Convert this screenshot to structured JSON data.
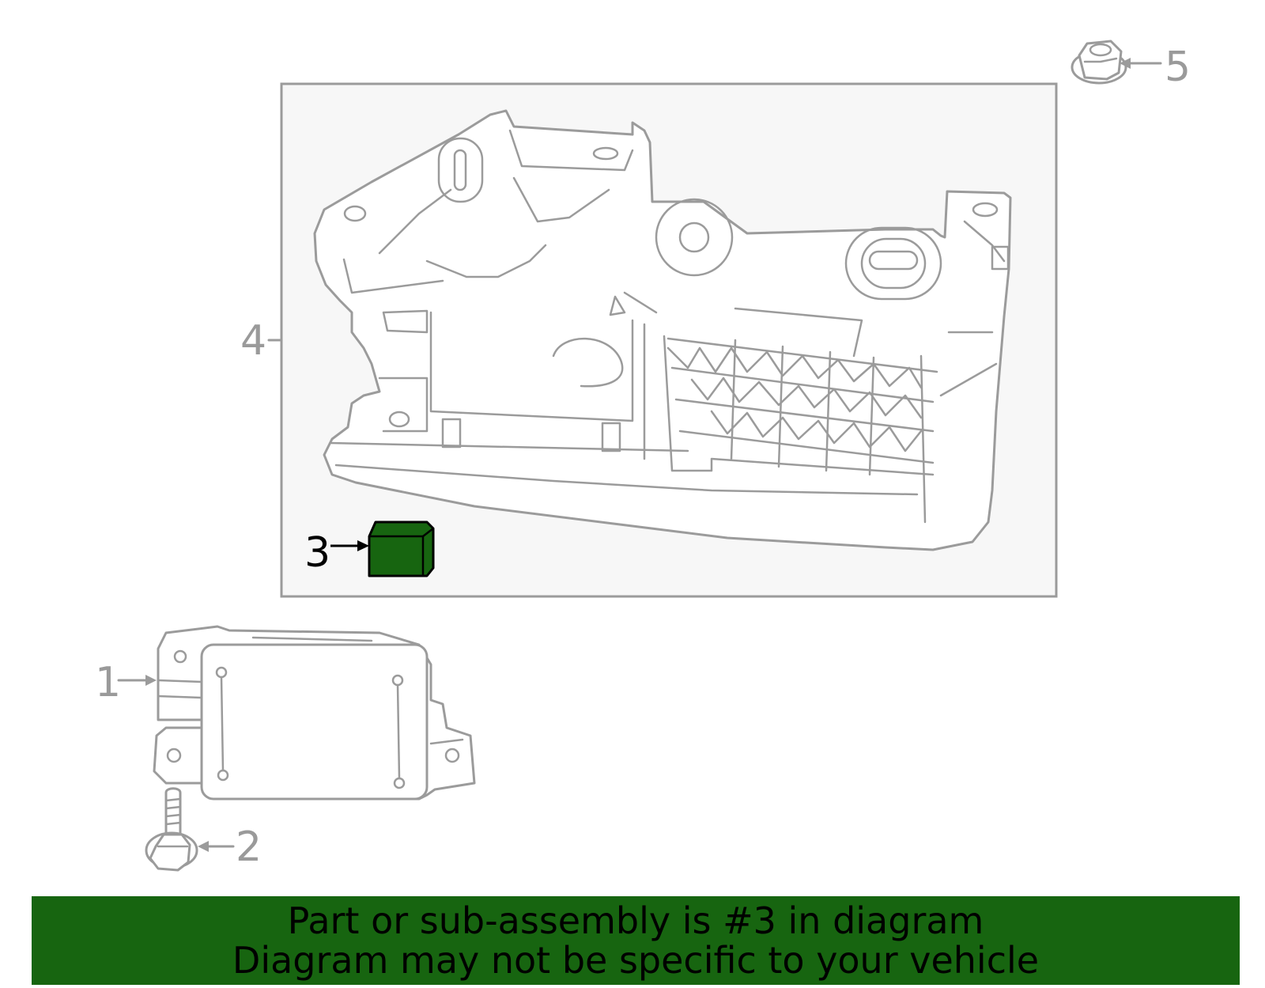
{
  "callouts": {
    "c1": "1",
    "c2": "2",
    "c3": "3",
    "c4": "4",
    "c5": "5"
  },
  "highlighted_part": "3",
  "colors": {
    "highlight": "#176510",
    "line": "#9b9b9b",
    "panel_background": "#f7f7f7",
    "banner_background": "#176510"
  },
  "banner": {
    "line1": "Part or sub-assembly is #3 in diagram",
    "line2": "Diagram may not be specific to your vehicle"
  }
}
